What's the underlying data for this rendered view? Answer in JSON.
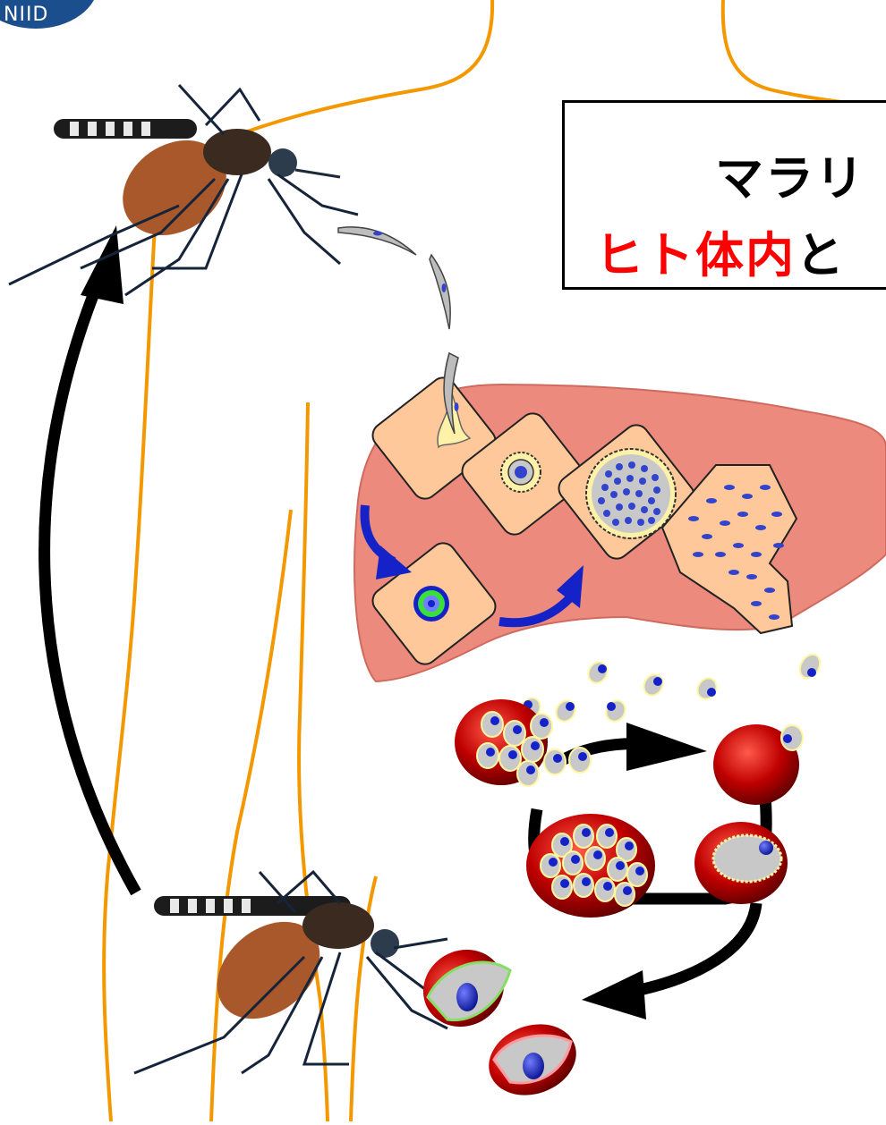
{
  "logo": {
    "text": "NIID",
    "color": "#1b4e8c"
  },
  "title": {
    "line1": "マラリ",
    "line2_red": "ヒト体内",
    "line2_rest": "と"
  },
  "colors": {
    "body_outline": "#f39800",
    "liver": "#ec8a7e",
    "hepatocyte": "#ffc89a",
    "parasite_nucleus": "#3344cc",
    "merozoite": "#c8c8c8",
    "red_cell": "#c00000",
    "gametocyte_male": "#88dd66",
    "gametocyte_female": "#ff99a0",
    "cycle_arrow_blue": "#1522c8",
    "cycle_arrow_black": "#000000",
    "title_red": "#ff0000"
  },
  "icons": [
    "mosquito-icon",
    "sporozoite-icon",
    "hepatocyte-icon",
    "red-blood-cell-icon",
    "merozoite-icon",
    "gametocyte-icon"
  ]
}
